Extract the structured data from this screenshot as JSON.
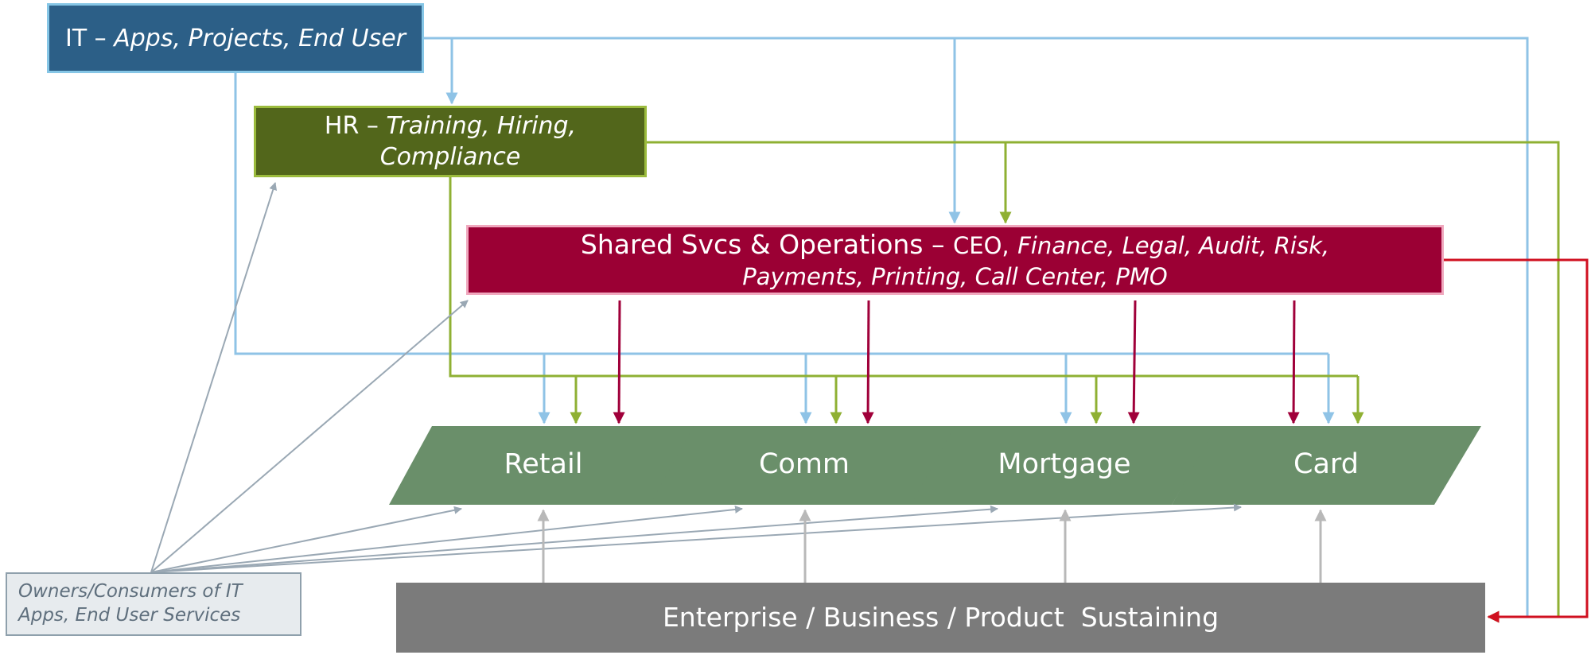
{
  "boxes": {
    "it": {
      "title": "IT –",
      "subtitle": "Apps, Projects, End User"
    },
    "hr": {
      "title": "HR –",
      "subtitle": "Training, Hiring, Compliance"
    },
    "shared": {
      "title": "Shared Svcs & Operations –",
      "ceo": "CEO,",
      "line1_rest": "Finance, Legal, Audit, Risk,",
      "line2": "Payments, Printing, Call Center, PMO"
    },
    "owners": {
      "line1": "Owners/Consumers of IT",
      "line2": "Apps, End User Services"
    },
    "enterprise": {
      "label": "Enterprise / Business / Product  Sustaining"
    }
  },
  "segments": [
    "Retail",
    "Comm",
    "Mortgage",
    "Card"
  ],
  "colors": {
    "it_fill": "#2c5f87",
    "it_arrow": "#8fc3e6",
    "hr_fill": "#52661b",
    "hr_arrow": "#8fb033",
    "shared_fill": "#9b0034",
    "shared_arrow": "#a0003a",
    "red_line": "#d01020",
    "segment_fill": "#6a8f6a",
    "enterprise_fill": "#7b7b7b",
    "owner_arrow": "#9aa8b4",
    "gray_arrow": "#b8b8b8"
  }
}
